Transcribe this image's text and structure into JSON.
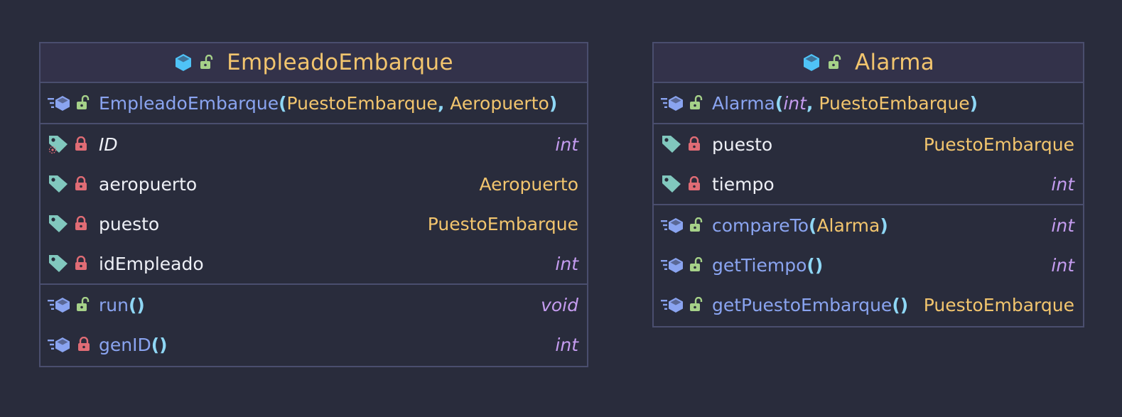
{
  "colors": {
    "background": "#292c3c",
    "border": "#4a4e6e",
    "header_bg": "#33324a",
    "class_name": "#f2c56e",
    "method_name": "#8aa4f0",
    "field_name": "#eef0f6",
    "object_type": "#f2c56e",
    "primitive_type": "#c59cf0",
    "paren": "#8fd7f5",
    "public_icon": "#a6d189",
    "private_icon": "#e06c75",
    "field_icon": "#81c8be",
    "method_icon": "#8aa4f0",
    "class_icon": "#4fc3f7"
  },
  "classes": [
    {
      "name": "EmpleadoEmbarque",
      "visibility": "public",
      "constructor": {
        "name": "EmpleadoEmbarque",
        "params": [
          "PuestoEmbarque",
          "Aeropuerto"
        ],
        "visibility": "public"
      },
      "fields": [
        {
          "name": "ID",
          "type": "int",
          "visibility": "private",
          "static": true
        },
        {
          "name": "aeropuerto",
          "type": "Aeropuerto",
          "visibility": "private"
        },
        {
          "name": "puesto",
          "type": "PuestoEmbarque",
          "visibility": "private"
        },
        {
          "name": "idEmpleado",
          "type": "int",
          "visibility": "private"
        }
      ],
      "methods": [
        {
          "name": "run",
          "parens": "()",
          "type": "void",
          "visibility": "public"
        },
        {
          "name": "genID",
          "parens": "()",
          "type": "int",
          "visibility": "private"
        }
      ]
    },
    {
      "name": "Alarma",
      "visibility": "public",
      "constructor": {
        "name": "Alarma",
        "params": [
          "int",
          "PuestoEmbarque"
        ],
        "visibility": "public"
      },
      "fields": [
        {
          "name": "puesto",
          "type": "PuestoEmbarque",
          "visibility": "private"
        },
        {
          "name": "tiempo",
          "type": "int",
          "visibility": "private"
        }
      ],
      "methods": [
        {
          "name": "compareTo",
          "param": "Alarma",
          "type": "int",
          "visibility": "public"
        },
        {
          "name": "getTiempo",
          "parens": "()",
          "type": "int",
          "visibility": "public"
        },
        {
          "name": "getPuestoEmbarque",
          "parens": "()",
          "type": "PuestoEmbarque",
          "visibility": "public"
        }
      ]
    }
  ],
  "punct": {
    "open": "(",
    "close": ")",
    "comma": ",",
    "empty": "()"
  }
}
